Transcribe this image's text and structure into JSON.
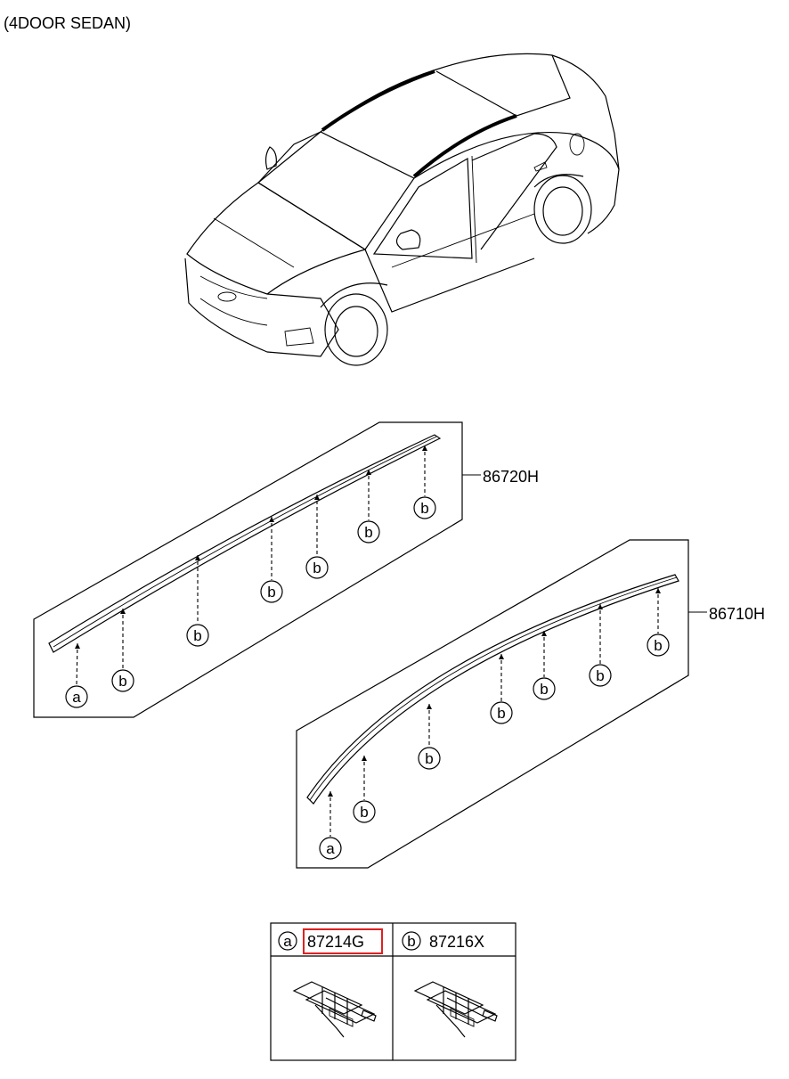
{
  "title": "(4DOOR SEDAN)",
  "parts": {
    "front_molding": "86720H",
    "rear_molding": "86710H"
  },
  "clip_marker_a": "a",
  "clip_marker_b": "b",
  "legend": {
    "a_letter": "a",
    "a_part": "87214G",
    "b_letter": "b",
    "b_part": "87216X",
    "highlight_color": "#e02020"
  }
}
